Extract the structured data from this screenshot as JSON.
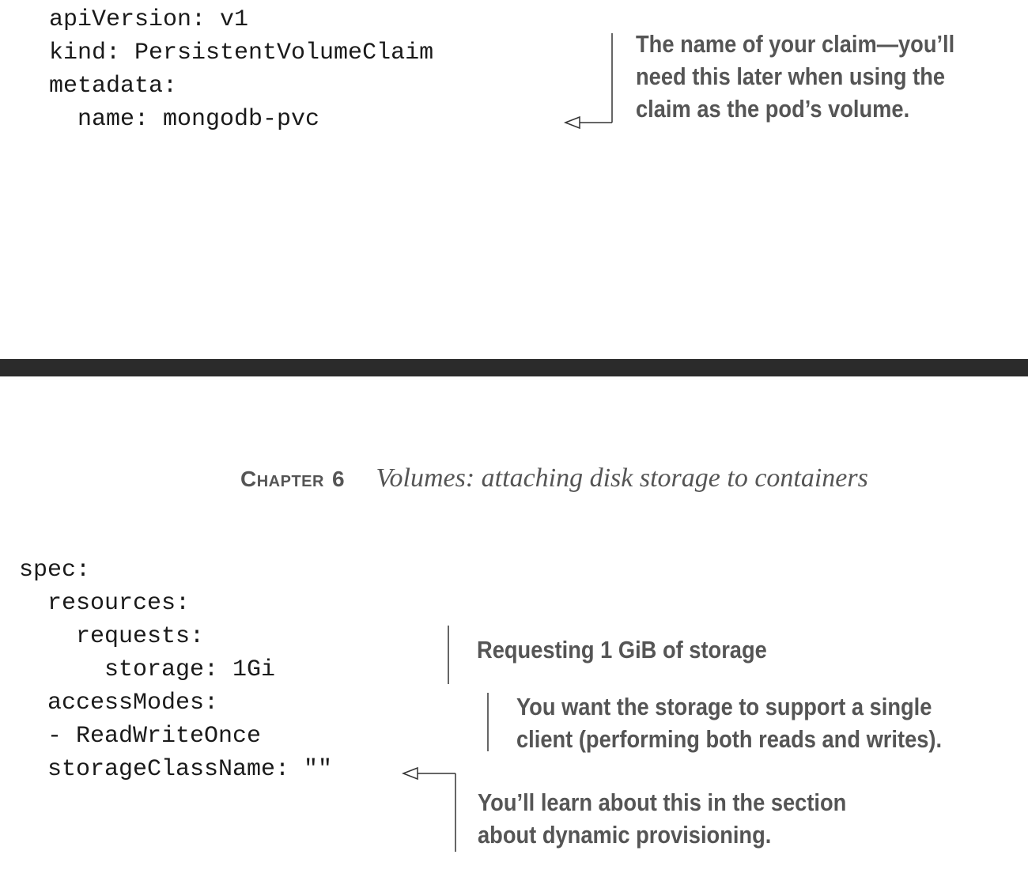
{
  "top_code": {
    "lines": [
      "apiVersion: v1",
      "kind: PersistentVolumeClaim",
      "metadata:",
      "  name: mongodb-pvc"
    ]
  },
  "top_callout": {
    "lines": [
      "The name of your claim—you’ll",
      "need this later when using the",
      "claim as the pod’s volume."
    ]
  },
  "header": {
    "chapter_label": "Chapter",
    "chapter_number": "6",
    "chapter_title": "Volumes: attaching disk storage to containers"
  },
  "bottom_code": {
    "lines": [
      "spec:",
      "  resources:",
      "    requests:",
      "      storage: 1Gi",
      "  accessModes:",
      "  - ReadWriteOnce",
      "  storageClassName: \"\""
    ]
  },
  "callouts": {
    "storage": {
      "lines": [
        "Requesting 1 GiB of storage"
      ]
    },
    "access_modes": {
      "lines": [
        "You want the storage to support a single",
        "client (performing both reads and writes)."
      ]
    },
    "storage_class": {
      "lines": [
        "You’ll learn about this in the section",
        "about dynamic provisioning."
      ]
    }
  },
  "colors": {
    "code_text": "#1a1a1a",
    "annotation_text": "#555555",
    "divider": "#2b2b2b",
    "background": "#ffffff"
  }
}
